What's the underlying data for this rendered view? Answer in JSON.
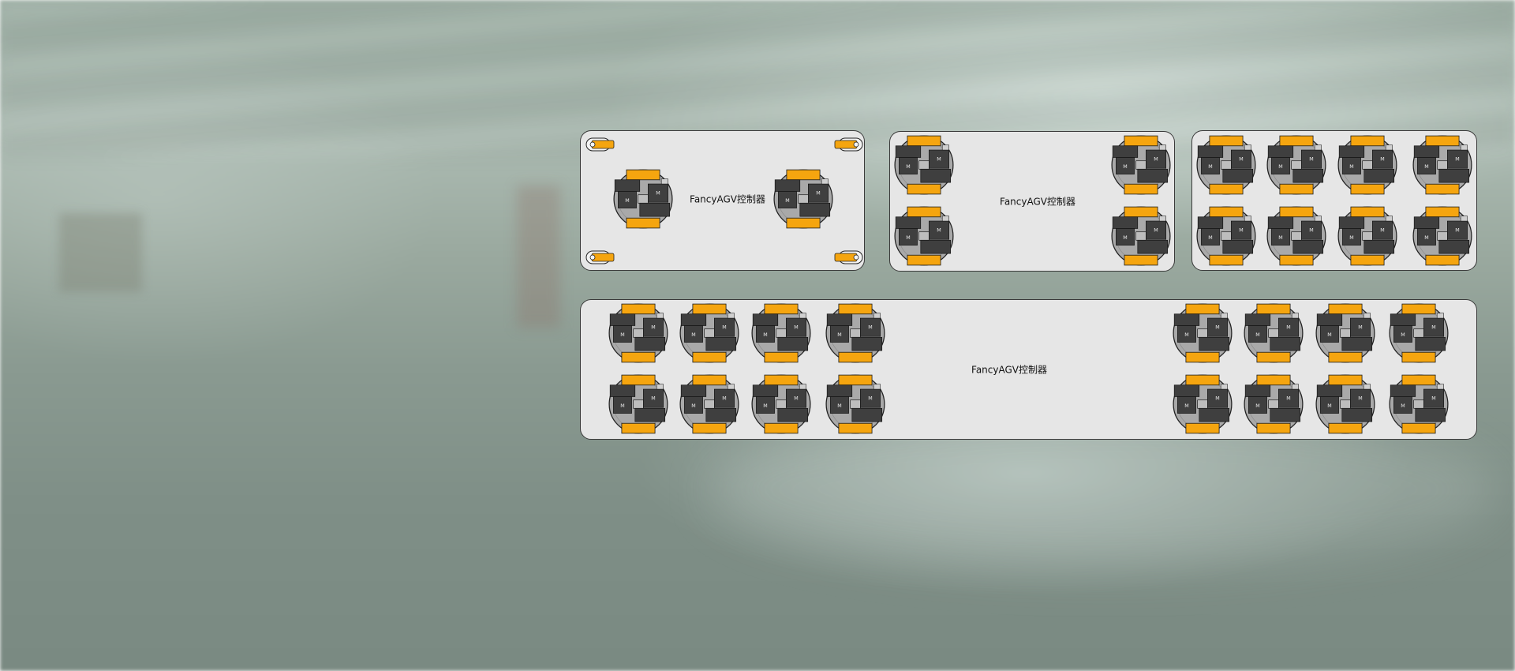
{
  "carts": [
    {
      "id": "cart-1",
      "label": "FancyAGV控制器",
      "drive_units": 2,
      "casters": 4
    },
    {
      "id": "cart-2",
      "label": "FancyAGV控制器",
      "drive_units": 4,
      "casters": 0
    },
    {
      "id": "cart-3",
      "label": "",
      "drive_units": 8,
      "casters": 0
    },
    {
      "id": "cart-4",
      "label": "FancyAGV控制器",
      "drive_units": 16,
      "casters": 0
    }
  ],
  "drive_unit": {
    "motor_label": "M"
  },
  "colors": {
    "cart_fill": "#e6e6e6",
    "cart_border": "#3a3a3a",
    "wheel_orange": "#f5a50f",
    "motor_dark": "#3f3f3f",
    "wheel_base": "#a9a9a9"
  }
}
